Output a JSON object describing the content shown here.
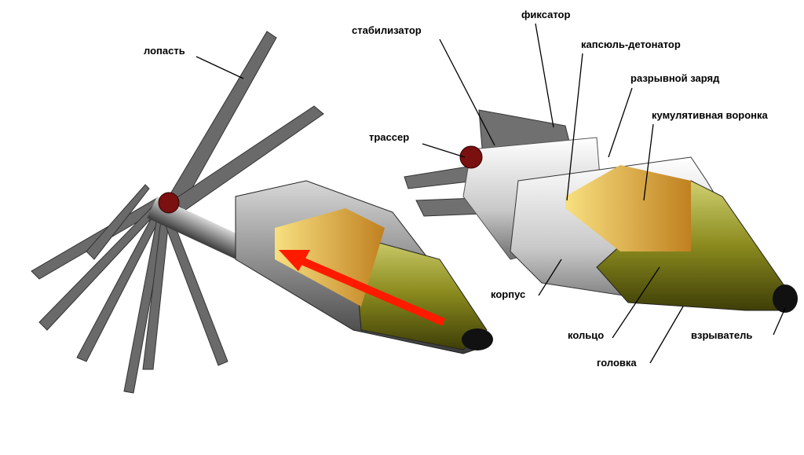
{
  "labels": {
    "blade": "лопасть",
    "stabilizer": "стабилизатор",
    "retainer": "фиксатор",
    "detonator_cap": "капсюль-детонатор",
    "bursting_charge": "разрывной заряд",
    "shaped_charge_liner": "кумулятивная воронка",
    "tracer": "трассер",
    "body": "корпус",
    "ring": "кольцо",
    "fuze": "взрыватель",
    "head": "головка"
  },
  "colors": {
    "head": "#8a8a1e",
    "charge": "#e8b040",
    "arrow": "#ff1a00",
    "metal": "#8c8c8c"
  }
}
